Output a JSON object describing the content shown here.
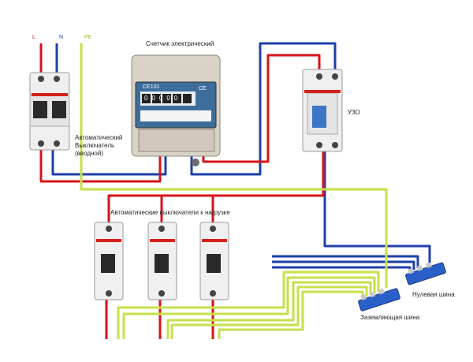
{
  "terminals": {
    "L": "L",
    "N": "N",
    "PE": "PE"
  },
  "labels": {
    "meter": "Счетчик электрический",
    "main_breaker": [
      "Автоматический",
      "Выключатель",
      "(вводной)"
    ],
    "rcd": "УЗО",
    "load_breakers": "Автоматические выключатели к нагрузке",
    "neutral_bus": "Нулевая шина",
    "ground_bus": "Заземляющая шина"
  },
  "meter_plate": {
    "reading": "00000",
    "brand": "СЕ",
    "model": "CE101"
  },
  "colors": {
    "phase": "#d8121a",
    "neutral": "#1f3fa8",
    "ground": "#c7e04a",
    "breaker_body": "#f2f2f2",
    "breaker_red": "#d6201c",
    "meter_body": "#d9d3c7",
    "bus_blue": "#2a5fc8"
  }
}
